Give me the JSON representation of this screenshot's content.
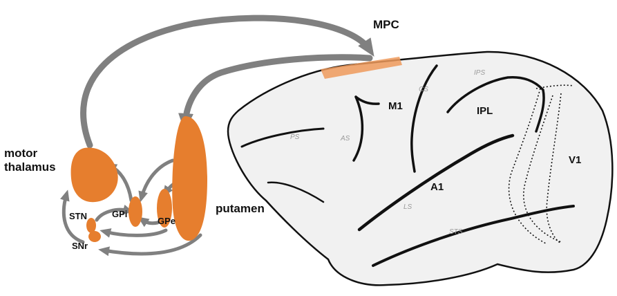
{
  "colors": {
    "nucleus": "#e67e2e",
    "pathway": "#808080",
    "brain_fill": "#f1f1f1",
    "brain_outline": "#111111",
    "mpc_highlight": "#ef9a5c",
    "sulcus_label": "#9a9a9a"
  },
  "labels": {
    "mpc": "MPC",
    "motor_thalamus_line1": "motor",
    "motor_thalamus_line2": "thalamus",
    "putamen": "putamen",
    "gpi": "GPi",
    "gpe": "GPe",
    "stn": "STN",
    "snr": "SNr",
    "m1": "M1",
    "ipl": "IPL",
    "v1": "V1",
    "a1": "A1"
  },
  "sulci": {
    "ps": "PS",
    "as": "AS",
    "cs": "CS",
    "ips": "IPS",
    "ls": "LS",
    "sts": "STS"
  }
}
